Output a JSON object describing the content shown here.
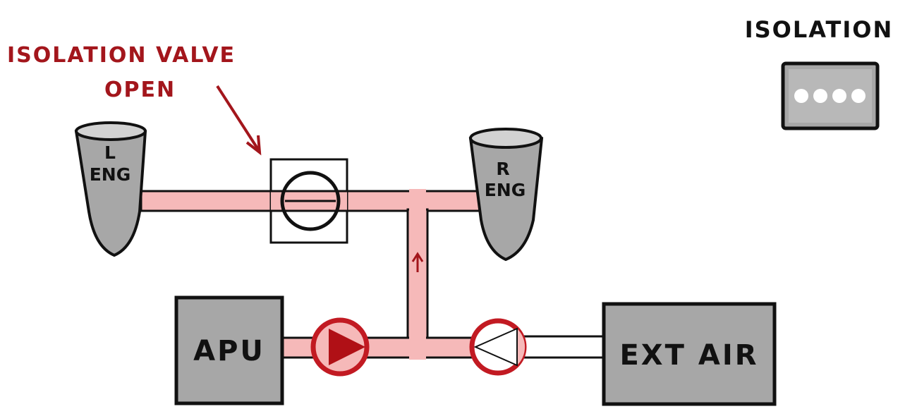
{
  "annotation": {
    "line1": "ISOLATION VALVE",
    "line2": "OPEN"
  },
  "left_engine": {
    "line1": "L",
    "line2": "ENG"
  },
  "right_engine": {
    "line1": "R",
    "line2": "ENG"
  },
  "apu": {
    "label": "APU"
  },
  "ext_air": {
    "label": "EXT AIR"
  },
  "isolation_panel": {
    "title": "ISOLATION",
    "indicator_dots": 4
  },
  "isolation_valve": {
    "state": "open"
  },
  "apu_check_valve": {
    "state": "open",
    "direction": "right"
  },
  "ext_air_check_valve": {
    "state": "closed",
    "direction": "left"
  },
  "flow_arrow": {
    "direction": "up"
  },
  "colors": {
    "pressurized_duct": "#f6b9b9",
    "annotation_red": "#a3161c",
    "valve_red": "#c21a22",
    "component_grey": "#a7a7a7",
    "outline": "#111111"
  }
}
